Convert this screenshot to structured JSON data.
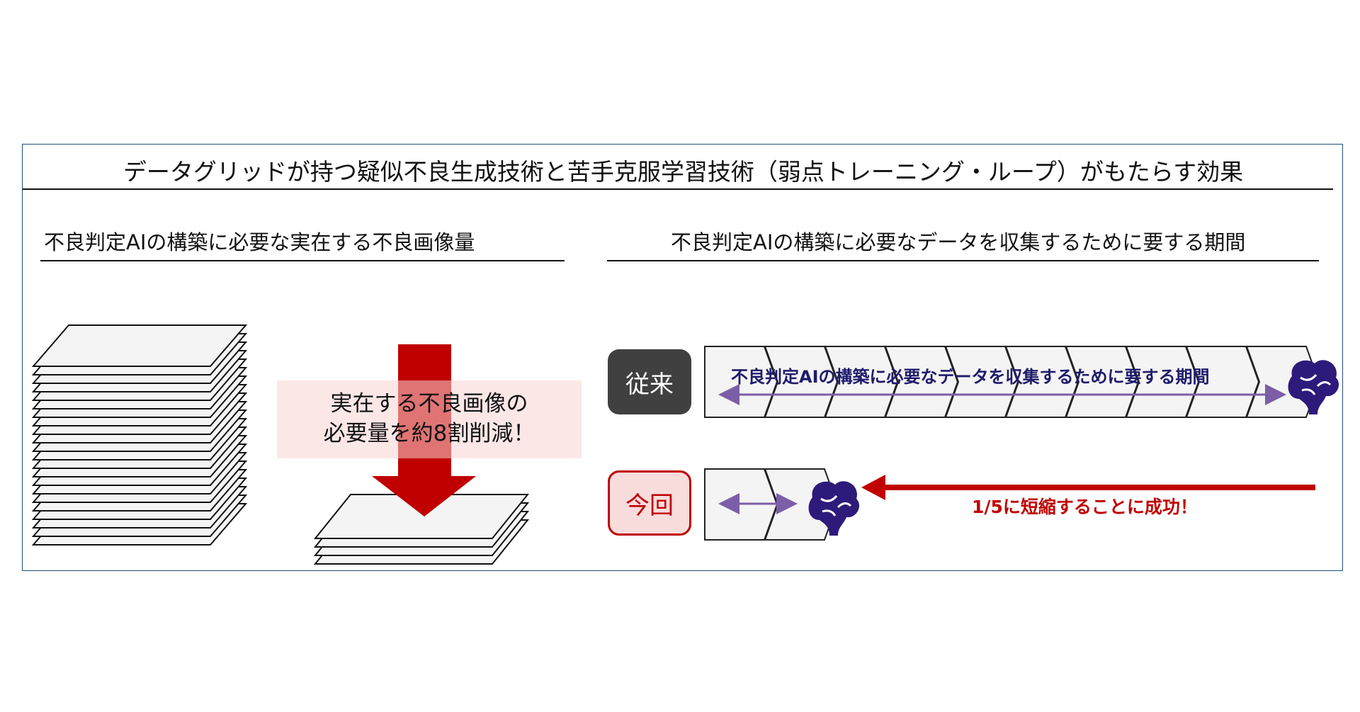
{
  "title": "データグリッドが持つ疑似不良生成技術と苦手克服学習技術（弱点トレーニング・ループ）がもたらす効果",
  "left_panel": {
    "heading": "不良判定AIの構築に必要な実在する不良画像量",
    "callout_line1": "実在する不良画像の",
    "callout_line2": "必要量を約8割削減！"
  },
  "right_panel": {
    "heading": "不良判定AIの構築に必要なデータを収集するために要する期間",
    "before_label": "従来",
    "now_label": "今回",
    "process_label": "不良判定AIの構築に必要なデータを収集するために要する期間",
    "success_label": "1/5に短縮することに成功！",
    "before_chevrons": 10,
    "now_chevrons": 2
  },
  "icons": [
    "brain-icon",
    "down-arrow-icon",
    "left-arrow-icon"
  ],
  "colors": {
    "accent_red": "#c00000",
    "dark_label": "#404040",
    "brain": "#2e1a7a",
    "double_arrow": "#7b5ea7",
    "frame": "#1f4e79"
  }
}
